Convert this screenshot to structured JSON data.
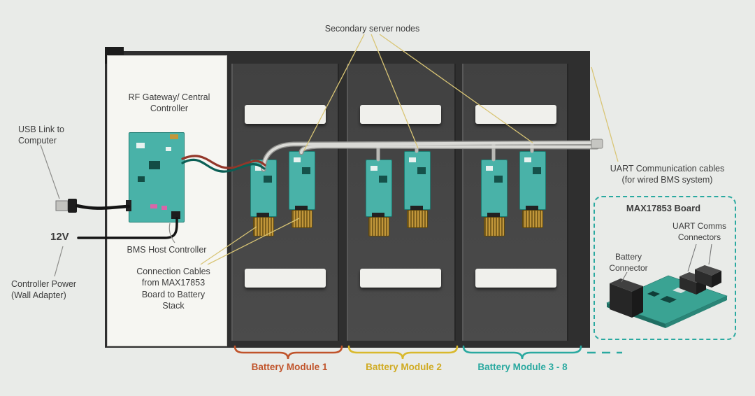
{
  "colors": {
    "background": "#e9ebe8",
    "cabinet_frame": "#2f2f2f",
    "bay_interior": "#474747",
    "panel_white": "#f6f6f2",
    "pcb_teal": "#49b2a8",
    "connector_gold": "#c2973a",
    "cable_gray": "#dadad6",
    "callout_yellow": "#d9c575",
    "module1_accent": "#c0532a",
    "module2_accent": "#d0ab22",
    "module3_accent": "#2aa9a0"
  },
  "callouts": {
    "secondary_server_nodes": "Secondary server nodes",
    "usb_link": "USB Link to\nComputer",
    "rf_gateway": "RF Gateway/ Central\nController",
    "supply_voltage": "12V",
    "bms_host": "BMS Host Controller",
    "controller_power": "Controller Power\n(Wall Adapter)",
    "connection_cables": "Connection Cables\nfrom MAX17853\nBoard to Battery\nStack",
    "uart_cables": "UART Communication cables\n(for wired BMS system)"
  },
  "detail_box": {
    "title": "MAX17853 Board",
    "uart_connectors_label": "UART Comms\nConnectors",
    "battery_connector_label": "Battery\nConnector"
  },
  "modules": [
    {
      "label": "Battery Module 1"
    },
    {
      "label": "Battery Module 2"
    },
    {
      "label": "Battery Module 3 - 8"
    }
  ]
}
